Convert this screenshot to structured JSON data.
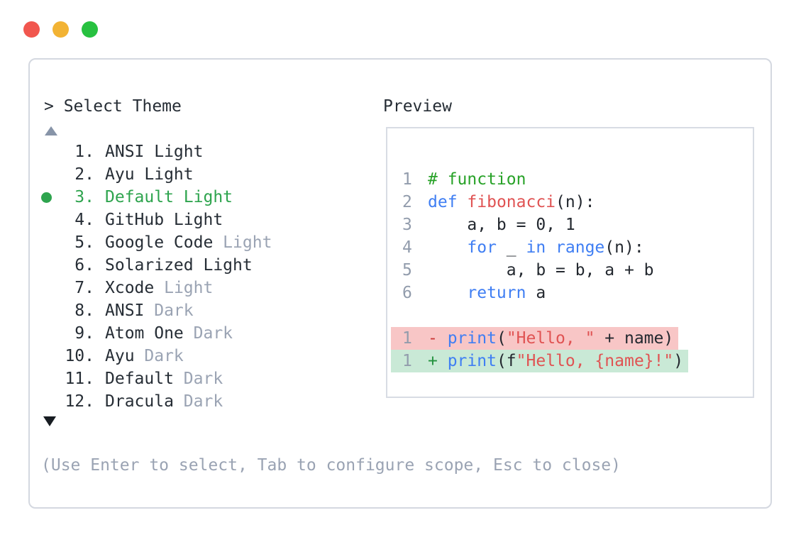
{
  "window": {
    "controls": [
      {
        "name": "close-button",
        "color": "#f1564e"
      },
      {
        "name": "minimize-button",
        "color": "#f2b334"
      },
      {
        "name": "zoom-button",
        "color": "#27c140"
      }
    ]
  },
  "selector": {
    "prompt": "> Select Theme",
    "help_text": "(Use Enter to select, Tab to configure scope, Esc to close)",
    "themes": [
      {
        "num": "1",
        "name": "ANSI Light"
      },
      {
        "num": "2",
        "name": "Ayu Light"
      },
      {
        "num": "3",
        "name": "Default Light",
        "selected": true
      },
      {
        "num": "4",
        "name": "GitHub Light"
      },
      {
        "num": "5",
        "name": "Google Code",
        "variant": "Light"
      },
      {
        "num": "6",
        "name": "Solarized Light"
      },
      {
        "num": "7",
        "name": "Xcode",
        "variant": "Light"
      },
      {
        "num": "8",
        "name": "ANSI",
        "variant": "Dark"
      },
      {
        "num": "9",
        "name": "Atom One",
        "variant": "Dark"
      },
      {
        "num": "10",
        "name": "Ayu",
        "variant": "Dark"
      },
      {
        "num": "11",
        "name": "Default",
        "variant": "Dark"
      },
      {
        "num": "12",
        "name": "Dracula",
        "variant": "Dark"
      }
    ]
  },
  "preview": {
    "label": "Preview",
    "lines": [
      {
        "ln": "1",
        "tokens": [
          [
            "com",
            "# function"
          ]
        ]
      },
      {
        "ln": "2",
        "tokens": [
          [
            "kw",
            "def"
          ],
          [
            "pl",
            " "
          ],
          [
            "fn",
            "fibonacci"
          ],
          [
            "pl",
            "(n):"
          ]
        ]
      },
      {
        "ln": "3",
        "tokens": [
          [
            "pl",
            "    a, b = 0, 1"
          ]
        ]
      },
      {
        "ln": "4",
        "tokens": [
          [
            "pl",
            "    "
          ],
          [
            "kw",
            "for"
          ],
          [
            "pl",
            " _ "
          ],
          [
            "kw",
            "in"
          ],
          [
            "pl",
            " "
          ],
          [
            "kw",
            "range"
          ],
          [
            "pl",
            "(n):"
          ]
        ]
      },
      {
        "ln": "5",
        "tokens": [
          [
            "pl",
            "        a, b = b, a + b"
          ]
        ]
      },
      {
        "ln": "6",
        "tokens": [
          [
            "pl",
            "    "
          ],
          [
            "kw",
            "return"
          ],
          [
            "pl",
            " a"
          ]
        ]
      },
      {
        "blank": true
      },
      {
        "ln": "1",
        "diff": "del",
        "tokens": [
          [
            "minus",
            "- "
          ],
          [
            "kw",
            "print"
          ],
          [
            "pl",
            "("
          ],
          [
            "str",
            "\"Hello, \""
          ],
          [
            "pl",
            " + name)"
          ]
        ]
      },
      {
        "ln": "1",
        "diff": "add",
        "tokens": [
          [
            "plus",
            "+ "
          ],
          [
            "kw",
            "print"
          ],
          [
            "pl",
            "(f"
          ],
          [
            "str",
            "\"Hello, {name}!\""
          ],
          [
            "pl",
            ")"
          ]
        ]
      }
    ]
  },
  "colors": {
    "selected_green": "#2ea44e",
    "comment_green": "#28a228",
    "keyword_blue": "#3f7ef3",
    "string_red": "#e05353",
    "diff_delete_bg": "#f8c6c6",
    "diff_add_bg": "#c9e9d6",
    "muted_gray": "#9aa3b3",
    "line_number_gray": "#929cac",
    "text_dark": "#262d35",
    "panel_border": "#d4d8e0"
  }
}
